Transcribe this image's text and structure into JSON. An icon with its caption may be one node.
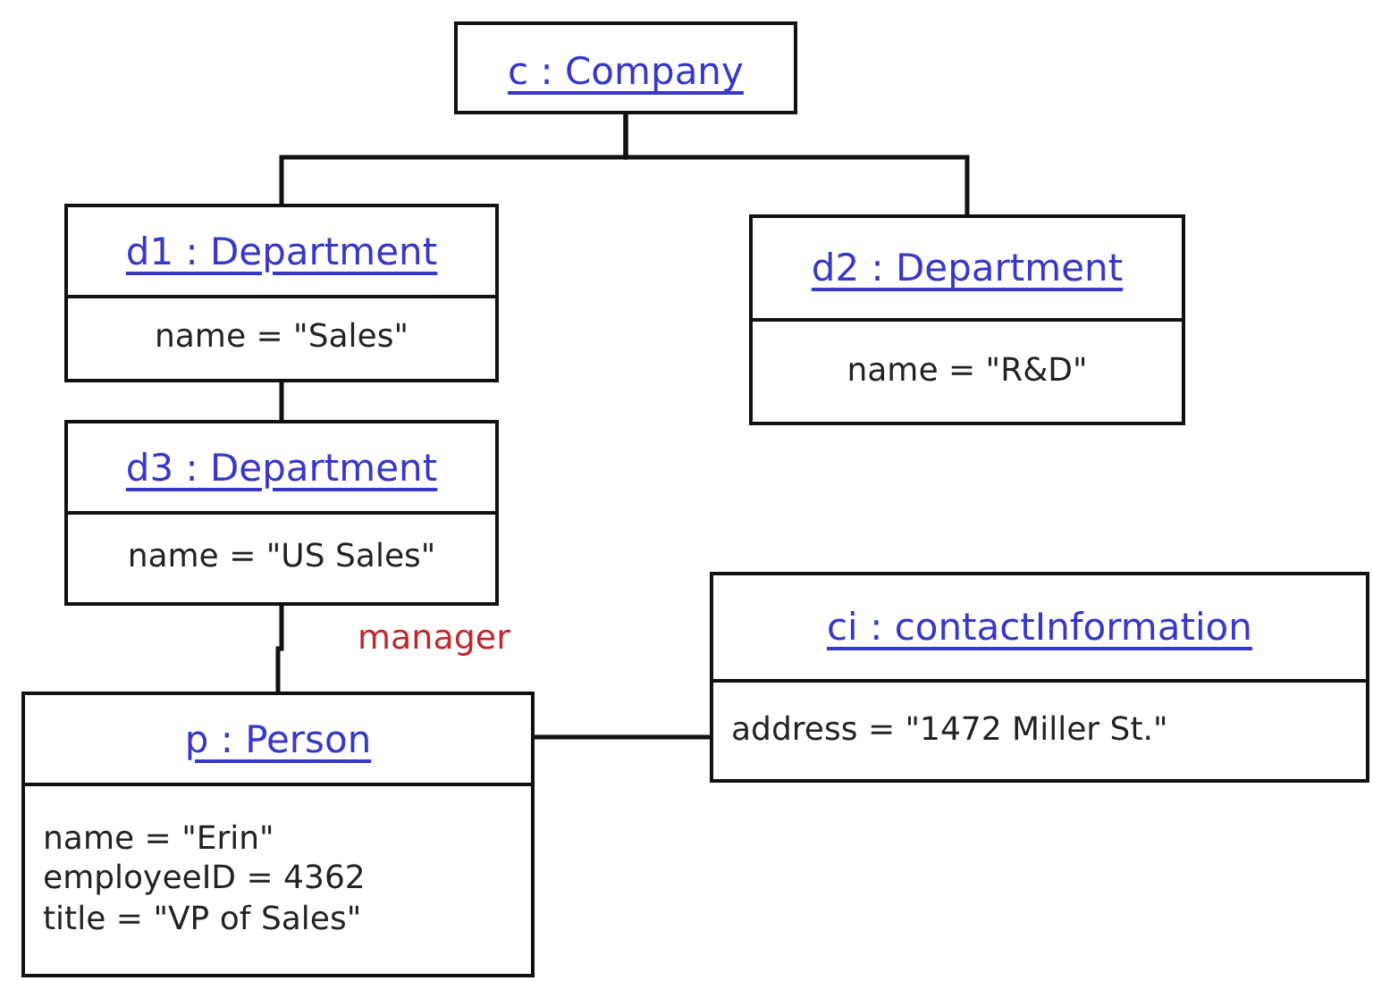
{
  "diagram": {
    "nodes": [
      {
        "text": [
          "c : Company"
        ]
      },
      {
        "text": [
          "d1 : Department",
          "name = \"Sales\""
        ]
      },
      {
        "text": [
          "d2 : Department",
          "name = \"R&D\""
        ]
      },
      {
        "text": [
          "d3 : Department",
          "name = \"US Sales\""
        ]
      },
      {
        "text": [
          "ci : contactInformation",
          "address = \"1472 Miller St.\""
        ]
      },
      {
        "text": [
          "p : Person",
          "name = \"Erin\"",
          "employeeID = 4362",
          "title = \"VP of Sales\""
        ]
      }
    ],
    "edges": [
      {
        "from": 0,
        "to": 1,
        "arrow": "none"
      },
      {
        "from": 0,
        "to": 2,
        "arrow": "none"
      },
      {
        "from": 1,
        "to": 3,
        "arrow": "none"
      },
      {
        "from": 3,
        "to": 5,
        "arrow": "none",
        "label": "manager"
      },
      {
        "from": 5,
        "to": 4,
        "arrow": "none"
      }
    ]
  }
}
